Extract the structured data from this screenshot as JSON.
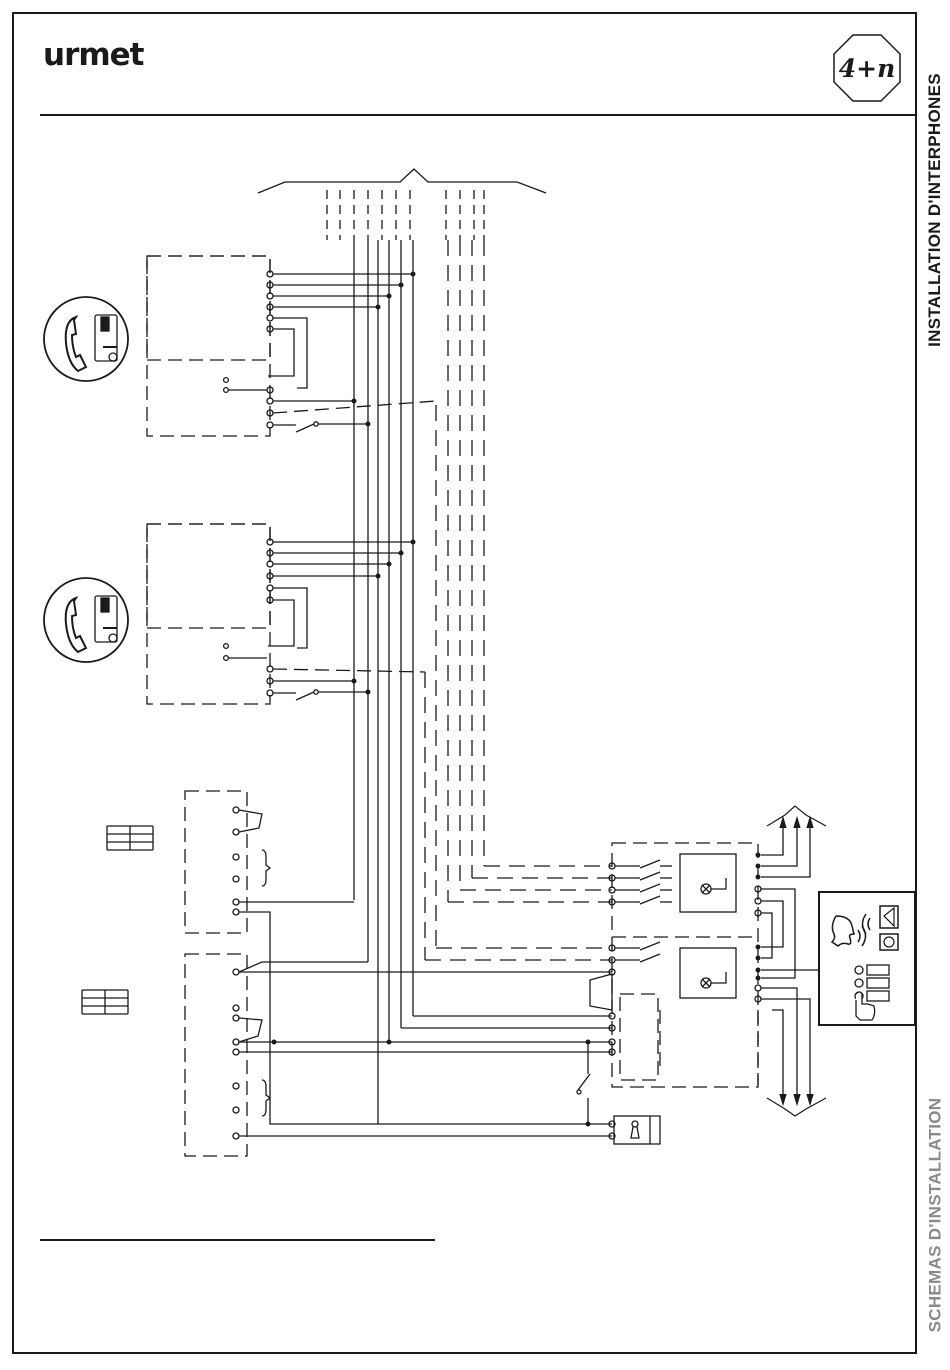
{
  "header": {
    "logo_text": "urmet",
    "badge_text": "4+n"
  },
  "sidebar": {
    "top_label": "INSTALLATION D'INTERPHONES",
    "bottom_label": "SCHEMAS D'INSTALLATION"
  },
  "colors": {
    "ink": "#1a1a1a",
    "muted_label": "#8a8a8a",
    "paper": "#ffffff"
  },
  "diagram": {
    "components": [
      "interphone-handset",
      "interphone-handset",
      "power-supply",
      "power-supply",
      "relay-module",
      "door-panel",
      "door-lock"
    ],
    "icons": [
      "handset-icon",
      "power-supply-icon",
      "speaker-icon",
      "doorbell-buttons-icon",
      "electric-lock-icon"
    ]
  }
}
